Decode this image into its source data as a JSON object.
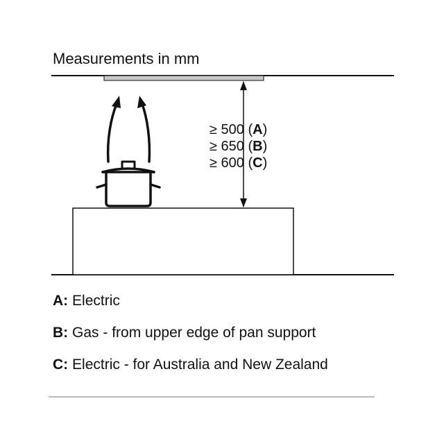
{
  "heading": "Measurements in mm",
  "distances": [
    {
      "symbol": "≥",
      "value": "500",
      "key": "A"
    },
    {
      "symbol": "≥",
      "value": "650",
      "key": "B"
    },
    {
      "symbol": "≥",
      "value": "600",
      "key": "C"
    }
  ],
  "legend": [
    {
      "key": "A:",
      "text": "Electric"
    },
    {
      "key": "B:",
      "text": "Gas - from upper edge of pan support"
    },
    {
      "key": "C:",
      "text": "Electric - for Australia and New Zealand"
    }
  ],
  "colors": {
    "line": "#111111",
    "hood": "#c8c8c8",
    "background": "#ffffff"
  }
}
